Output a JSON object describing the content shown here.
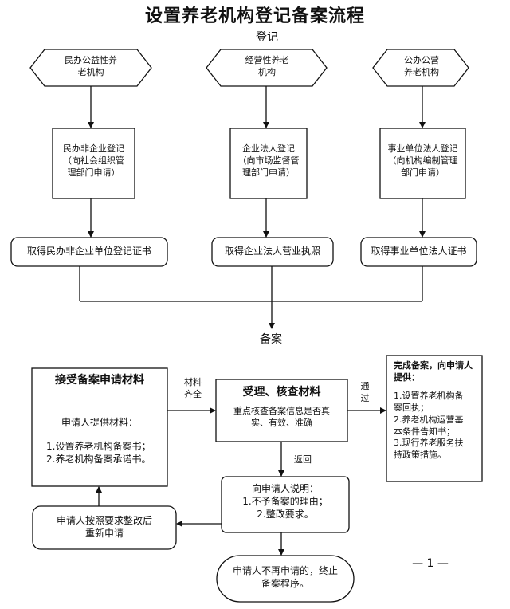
{
  "title": "设置养老机构登记备案流程",
  "section_register": "登记",
  "section_record": "备案",
  "orgs": [
    {
      "type": "民办公益性养\n老机构",
      "register": "民办非企业登记\n（向社会组织管\n理部门申请）",
      "certificate": "取得民办非企业单位登记证书"
    },
    {
      "type": "经营性养老\n机构",
      "register": "企业法人登记\n（向市场监督管\n理部门申请）",
      "certificate": "取得企业法人营业执照"
    },
    {
      "type": "公办公营\n养老机构",
      "register": "事业单位法人登记\n（向机构编制管理\n部门申请）",
      "certificate": "取得事业单位法人证书"
    }
  ],
  "accept": {
    "title": "接受备案申请材料",
    "subtitle": "申请人提供材料：",
    "items": "1.设置养老机构备案书；\n2.养老机构备案承诺书。"
  },
  "label_materials": "材料\n齐全",
  "review": {
    "title": "受理、核查材料",
    "desc": "重点核查备案信息是否真\n实、有效、准确"
  },
  "label_pass": "通\n过",
  "complete": {
    "title": "完成备案，向申请人\n提供：",
    "items": "1.设置养老机构备\n案回执；\n2.养老机构运营基\n本条件告知书；\n3.现行养老服务扶\n持政策措施。"
  },
  "label_return": "返回",
  "explain": "向申请人说明：\n1.不予备案的理由；\n2.整改要求。",
  "resubmit": "申请人按照要求整改后\n重新申请",
  "terminate": "申请人不再申请的，终止\n备案程序。",
  "page_number": "— 1 —"
}
